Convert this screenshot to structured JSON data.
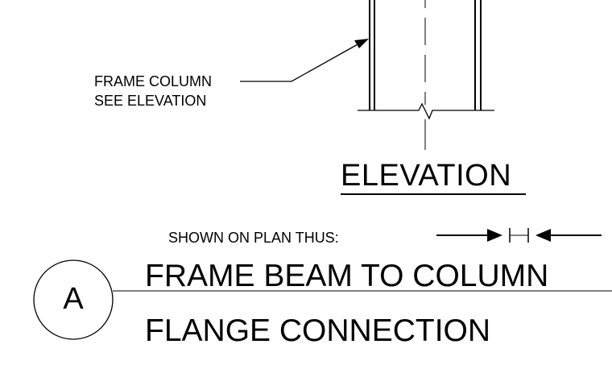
{
  "detail": {
    "leader_note": {
      "line1": "FRAME COLUMN",
      "line2": "SEE ELEVATION"
    },
    "elevation_title": "ELEVATION",
    "plan_symbol_caption": "SHOWN ON PLAN THUS:",
    "title_bubble_letter": "A",
    "title_line1": "FRAME BEAM TO COLUMN",
    "title_line2": "FLANGE CONNECTION"
  },
  "colors": {
    "ink": "#000000",
    "paper": "#ffffff"
  }
}
